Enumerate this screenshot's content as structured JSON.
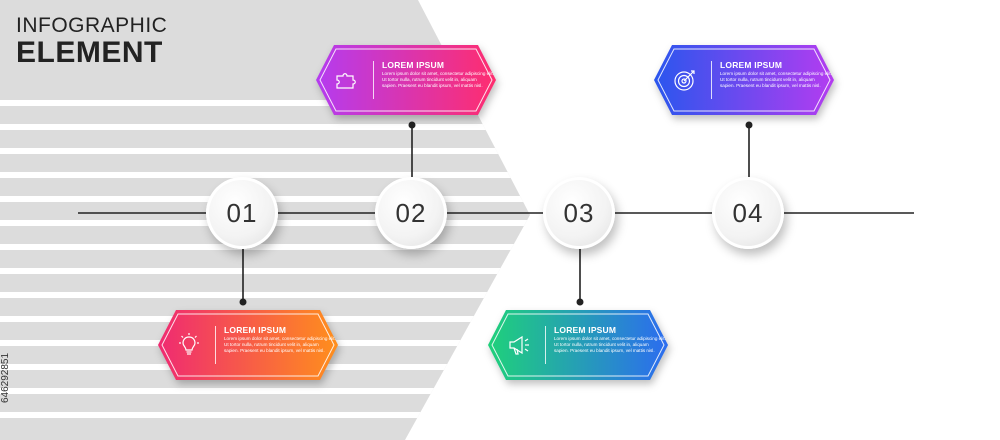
{
  "title": {
    "line1": "INFOGRAPHIC",
    "line2": "ELEMENT"
  },
  "steps": [
    {
      "number": "01",
      "icon": "lightbulb-icon",
      "heading": "LOREM IPSUM",
      "body": [
        "Lorem ipsum dolor sit amet, consectetur adipiscing elit.",
        "Ut tortor nulla, rutrum tincidunt velit in, aliquam",
        "sapien. Praesent eu blandit ipsum, vel mattis nisl."
      ],
      "colors": [
        "#ef2a72",
        "#ff8f1c"
      ]
    },
    {
      "number": "02",
      "icon": "puzzle-icon",
      "heading": "LOREM IPSUM",
      "body": [
        "Lorem ipsum dolor sit amet, consectetur adipiscing elit.",
        "Ut tortor nulla, rutrum tincidunt velit in, aliquam",
        "sapien. Praesent eu blandit ipsum, vel mattis nisl."
      ],
      "colors": [
        "#b43cf0",
        "#ff2d6e"
      ]
    },
    {
      "number": "03",
      "icon": "megaphone-icon",
      "heading": "LOREM IPSUM",
      "body": [
        "Lorem ipsum dolor sit amet, consectetur adipiscing elit.",
        "Ut tortor nulla, rutrum tincidunt velit in, aliquam",
        "sapien. Praesent eu blandit ipsum, vel mattis nisl."
      ],
      "colors": [
        "#1fd17a",
        "#2c6cf0"
      ]
    },
    {
      "number": "04",
      "icon": "target-icon",
      "heading": "LOREM IPSUM",
      "body": [
        "Lorem ipsum dolor sit amet, consectetur adipiscing elit.",
        "Ut tortor nulla, rutrum tincidunt velit in, aliquam",
        "sapien. Praesent eu blandit ipsum, vel mattis nisl."
      ],
      "colors": [
        "#2a56ee",
        "#b43cf0"
      ]
    }
  ],
  "stock_id": "646292851"
}
